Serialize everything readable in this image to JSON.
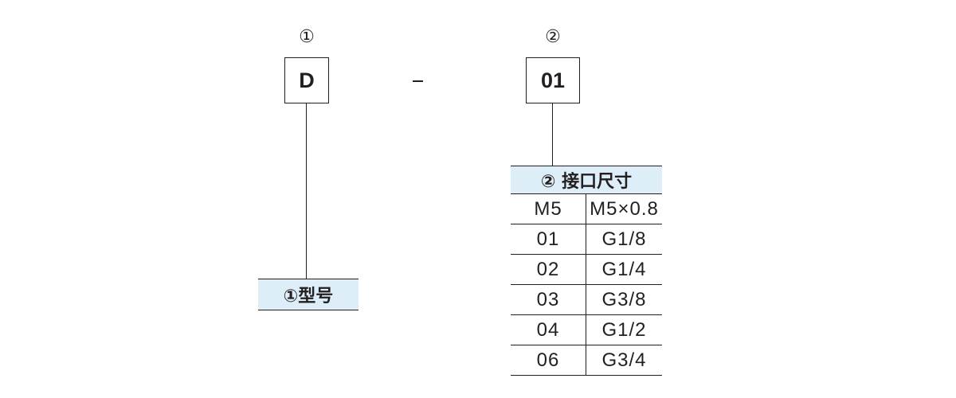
{
  "model": {
    "marker": "①",
    "code": "D",
    "label": "①型号"
  },
  "separator": "–",
  "port": {
    "marker": "②",
    "code": "01",
    "label": "② 接口尺寸",
    "table": {
      "rows": [
        {
          "code": "M5",
          "value": "M5×0.8"
        },
        {
          "code": "01",
          "value": "G1/8"
        },
        {
          "code": "02",
          "value": "G1/4"
        },
        {
          "code": "03",
          "value": "G3/8"
        },
        {
          "code": "04",
          "value": "G1/2"
        },
        {
          "code": "06",
          "value": "G3/4"
        }
      ]
    }
  },
  "colors": {
    "header_fill": "#ddeef8",
    "line": "#231f20"
  }
}
